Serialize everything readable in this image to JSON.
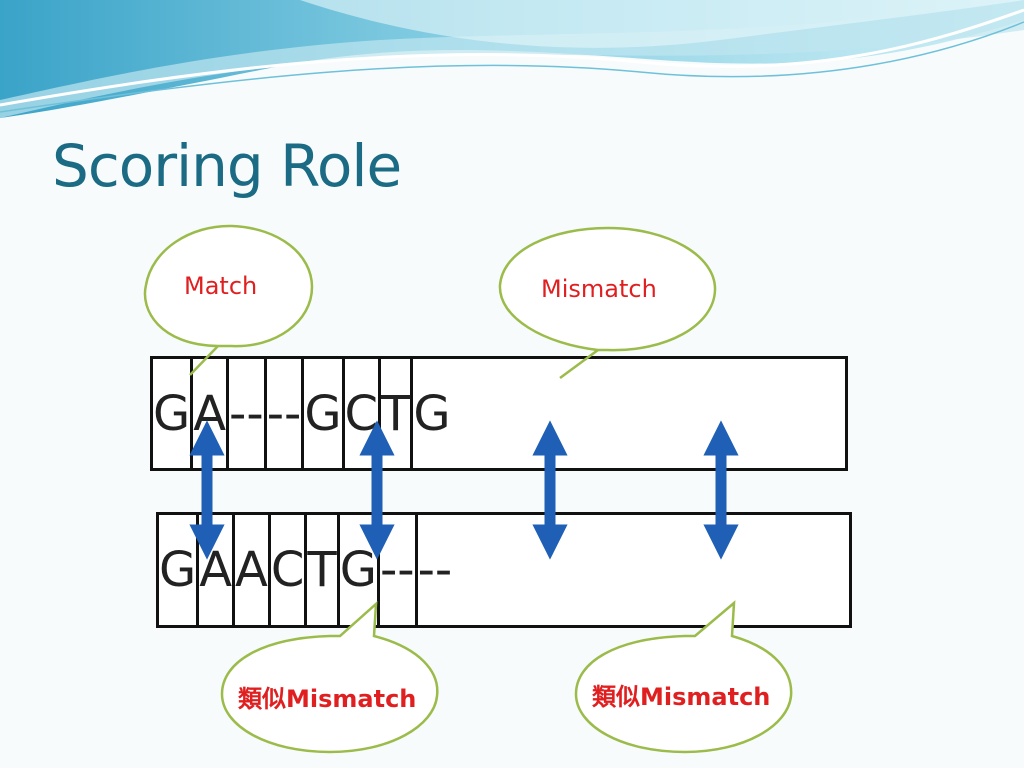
{
  "slide": {
    "title": "Scoring Role"
  },
  "alignment": {
    "top_row": [
      "G",
      "A",
      "--",
      "--",
      "G",
      "C",
      "T",
      "G"
    ],
    "bottom_row": [
      "G",
      "A",
      "A",
      "C",
      "T",
      "G",
      "--",
      "--"
    ]
  },
  "callouts": {
    "match": "Match",
    "mismatch": "Mismatch",
    "similar_mismatch_1": "類似Mismatch",
    "similar_mismatch_2": "類似Mismatch"
  },
  "colors": {
    "title": "#1a6b83",
    "callout_text": "#e02020",
    "callout_border": "#9bbb4a",
    "arrow": "#1f5fb5"
  }
}
